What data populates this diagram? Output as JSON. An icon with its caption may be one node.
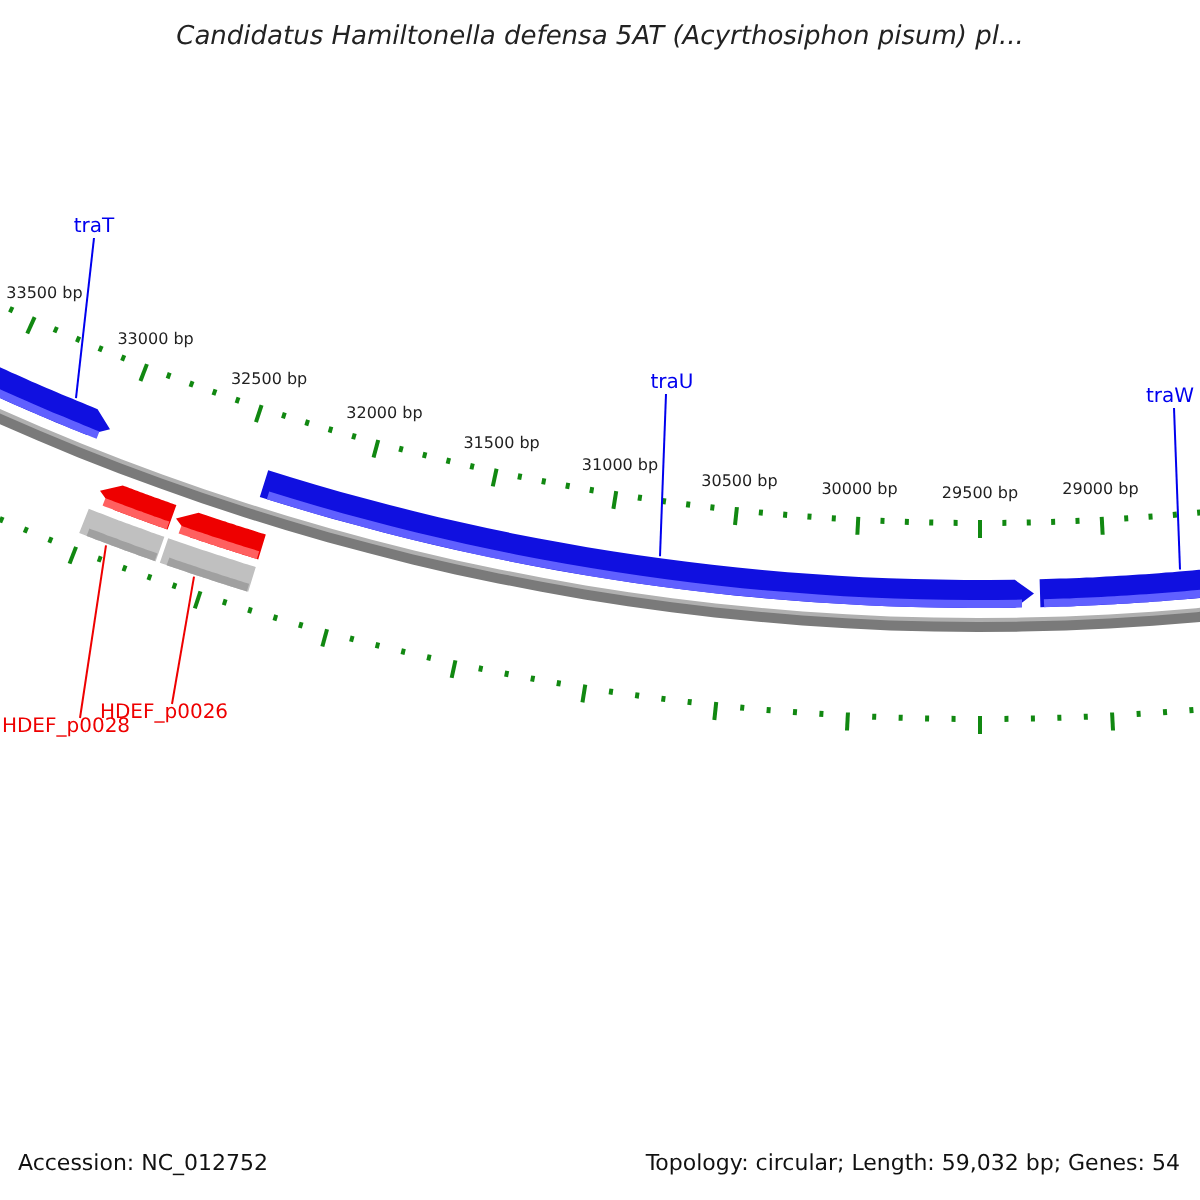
{
  "diagram": {
    "title": "Candidatus Hamiltonella defensa 5AT (Acyrthosiphon pisum) pl...",
    "nodes": [
      {
        "text": [
          "traT"
        ]
      },
      {
        "text": [
          "traU"
        ]
      },
      {
        "text": [
          "traW"
        ]
      },
      {
        "text": [
          "HDEF_p0028"
        ]
      },
      {
        "text": [
          "HDEF_p0026"
        ]
      },
      {
        "text": [],
        "shape": "bar"
      },
      {
        "text": [],
        "shape": "bar"
      },
      {
        "text": [],
        "shape": "bar"
      },
      {
        "text": [],
        "shape": "bar"
      },
      {
        "text": [],
        "shape": "bar"
      },
      {
        "text": [],
        "shape": "bar"
      },
      {
        "text": [],
        "shape": "bar"
      }
    ],
    "edges": [
      {
        "from": 0,
        "to": 5,
        "arrow": "none"
      },
      {
        "from": 1,
        "to": 6,
        "arrow": "none"
      },
      {
        "from": 2,
        "to": 7,
        "arrow": "none"
      },
      {
        "from": 3,
        "to": 10,
        "arrow": "none",
        "color": "#ee0000"
      },
      {
        "from": 4,
        "to": 11,
        "arrow": "none",
        "color": "#ee0000"
      }
    ],
    "labels": [
      "33500 bp",
      "33000 bp",
      "32500 bp",
      "32000 bp",
      "31500 bp",
      "31000 bp",
      "30500 bp",
      "30000 bp",
      "29500 bp",
      "29000 bp",
      "Accession: NC_012752",
      "Topology: circular; Length: 59,032 bp; Genes: 54"
    ]
  }
}
